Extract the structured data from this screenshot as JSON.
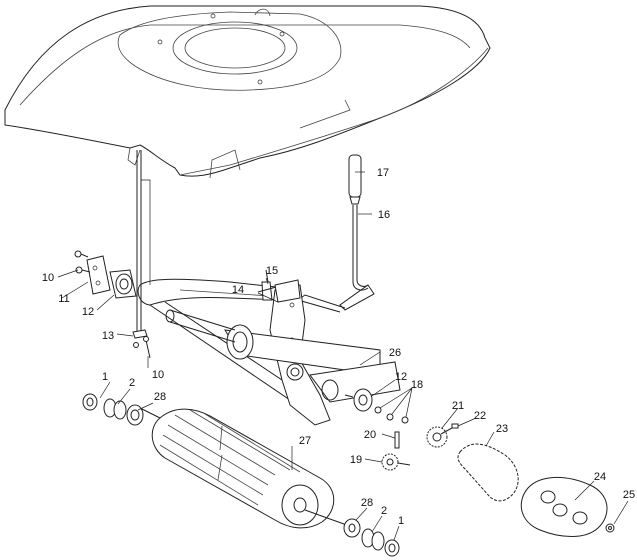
{
  "part_labels": [
    "1",
    "2",
    "28",
    "27",
    "28",
    "2",
    "1",
    "10",
    "11",
    "12",
    "13",
    "10",
    "15",
    "14",
    "17",
    "16",
    "26",
    "12",
    "18",
    "21",
    "22",
    "23",
    "20",
    "19",
    "24",
    "25"
  ]
}
